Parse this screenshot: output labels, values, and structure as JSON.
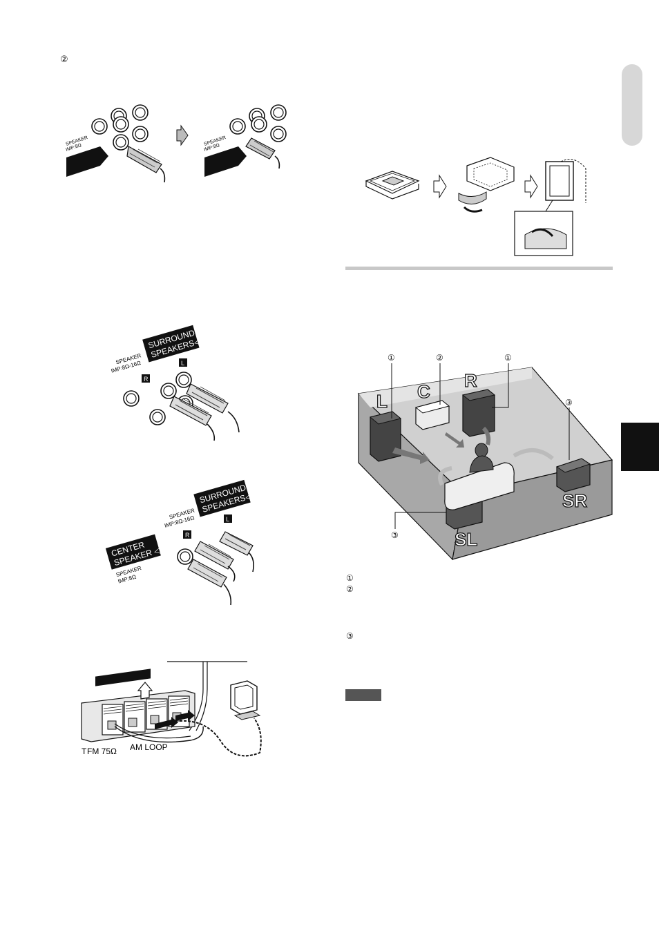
{
  "step_marker": "②",
  "speaker_connection": {
    "label_line1": "SPEAKER",
    "label_line2": "IMP:8Ω"
  },
  "surround_panel": {
    "title_line1": "SURROUND",
    "title_line2": "SPEAKERS◁",
    "spec_line1": "SPEAKER",
    "spec_line2": "IMP:8Ω-16Ω",
    "right_tag": "R",
    "left_tag": "L"
  },
  "center_panel": {
    "title_line1": "CENTER",
    "title_line2": "SPEAKER ◁",
    "spec_line1": "SPEAKER",
    "spec_line2": "IMP:8Ω",
    "surround_title_line1": "SURROUND",
    "surround_title_line2": "SPEAKERS◁",
    "surround_spec_line1": "SPEAKER",
    "surround_spec_line2": "IMP:8Ω-16Ω",
    "right_tag": "R",
    "left_tag": "L"
  },
  "antenna_panel": {
    "title": "ANTENN",
    "fm_label": "FM 75Ω",
    "am_label": "AM LOOP"
  },
  "room_diagram": {
    "callouts": [
      "①",
      "②",
      "①",
      "③",
      "③"
    ],
    "speakers": {
      "left": "L",
      "center": "C",
      "right": "R",
      "surround_left": "SL",
      "surround_right": "SR"
    }
  },
  "legend": [
    "①",
    "②",
    "③"
  ]
}
